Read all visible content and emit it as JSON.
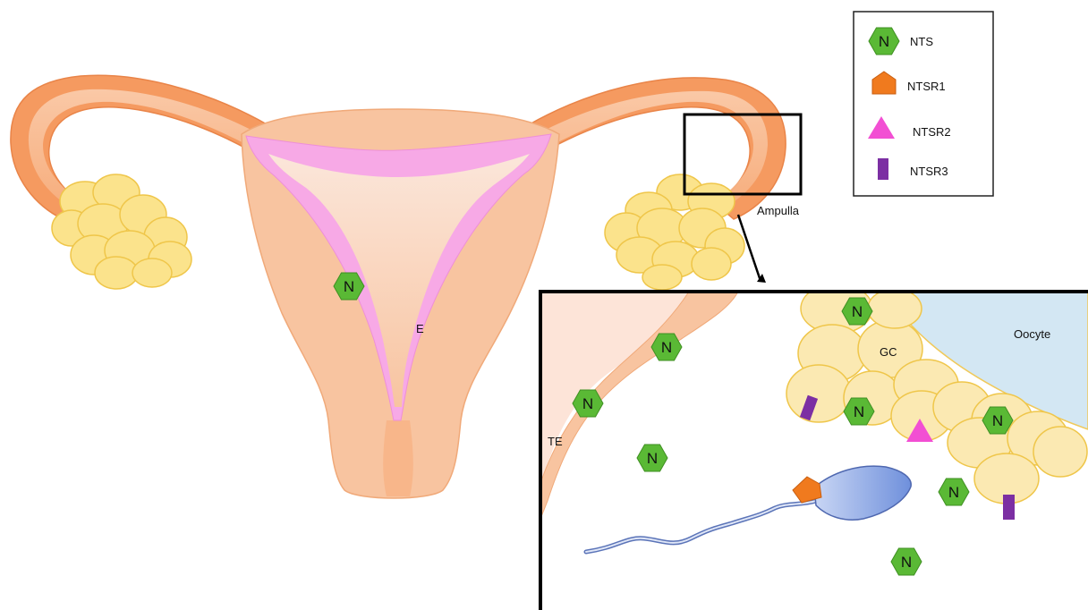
{
  "labels": {
    "endometrium": "E",
    "ampulla": "Ampulla",
    "tubal_epithelium": "TE",
    "granulosa_cells": "GC",
    "oocyte": "Oocyte"
  },
  "marker_glyph": "N",
  "legend": {
    "items": [
      {
        "label": "NTS",
        "icon": "green-hexagon-icon",
        "color": "#5ab935"
      },
      {
        "label": "NTSR1",
        "icon": "orange-pentagon-icon",
        "color": "#f07a1e"
      },
      {
        "label": "NTSR2",
        "icon": "pink-triangle-icon",
        "color": "#f24fd3"
      },
      {
        "label": "NTSR3",
        "icon": "purple-bar-icon",
        "color": "#7c2fa3"
      }
    ]
  },
  "colors": {
    "uterus": "#f8c4a0",
    "tube_outer": "#f59a60",
    "endometrium_lining": "#f7a9e6",
    "ovary": "#fbe38c",
    "ovary_stroke": "#efc64a",
    "oocyte": "#d3e7f3",
    "sperm": "#7c9ad8"
  }
}
